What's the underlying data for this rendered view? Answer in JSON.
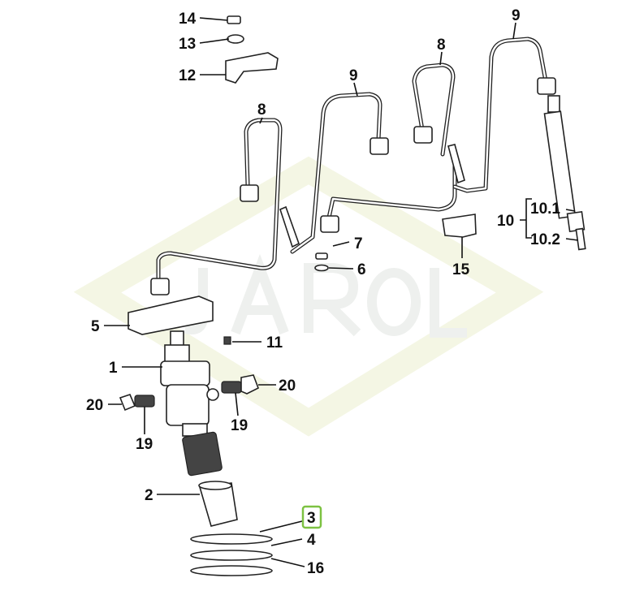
{
  "diagram": {
    "watermark": "JAROL",
    "highlight_color": "#7dc242",
    "highlighted_label": "3",
    "labels": {
      "l1": "1",
      "l2": "2",
      "l3": "3",
      "l4": "4",
      "l5": "5",
      "l6": "6",
      "l7": "7",
      "l8a": "8",
      "l8b": "8",
      "l9a": "9",
      "l9b": "9",
      "l10": "10",
      "l10_1": "10.1",
      "l10_2": "10.2",
      "l11": "11",
      "l12": "12",
      "l13": "13",
      "l14": "14",
      "l15": "15",
      "l16": "16",
      "l19a": "19",
      "l19b": "19",
      "l20a": "20",
      "l20b": "20"
    }
  }
}
